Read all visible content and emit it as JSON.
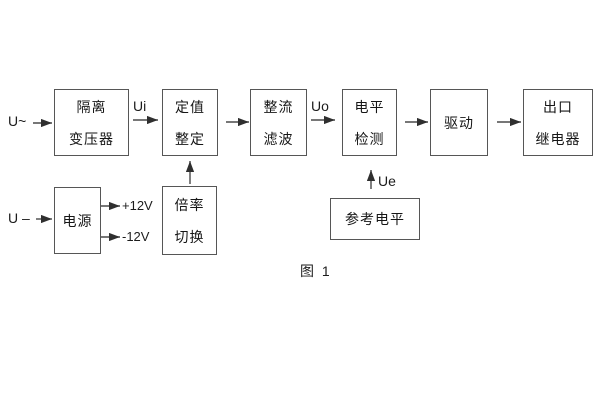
{
  "colors": {
    "background": "#ffffff",
    "line": "#4a4a4a",
    "text": "#1c1c1c"
  },
  "diagram": {
    "caption": "图 1",
    "inputs": {
      "ac_label": "U~",
      "dc_label": "U –"
    },
    "signal_labels": {
      "ui": "Ui",
      "uo": "Uo",
      "ue": "Ue"
    },
    "power_rails": {
      "positive": "+12V",
      "negative": "-12V"
    },
    "blocks": [
      {
        "id": "isolation-transformer",
        "lines": [
          "隔离",
          "变压器"
        ]
      },
      {
        "id": "value-setting",
        "lines": [
          "定值",
          "整定"
        ]
      },
      {
        "id": "rectifier-filter",
        "lines": [
          "整流",
          "滤波"
        ]
      },
      {
        "id": "level-detection",
        "lines": [
          "电平",
          "检测"
        ]
      },
      {
        "id": "driver",
        "lines": [
          "驱动"
        ]
      },
      {
        "id": "output-relay",
        "lines": [
          "出口",
          "继电器"
        ]
      },
      {
        "id": "power-supply",
        "lines": [
          "电源"
        ]
      },
      {
        "id": "ratio-switch",
        "lines": [
          "倍率",
          "切换"
        ]
      },
      {
        "id": "reference-level",
        "lines": [
          "参考电平"
        ]
      }
    ]
  }
}
